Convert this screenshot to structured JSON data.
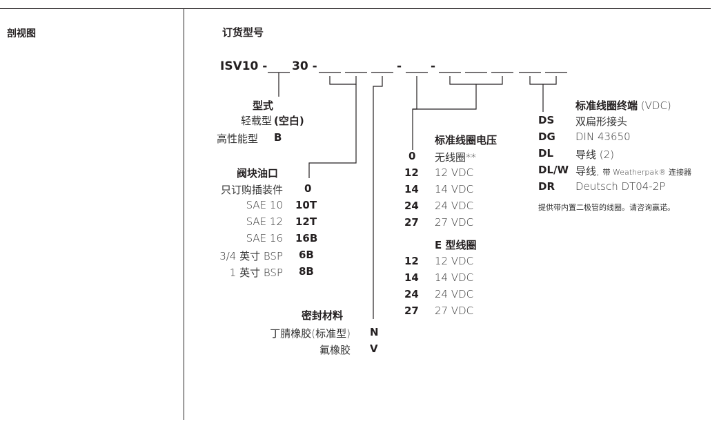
{
  "sidebar": {
    "title": "剖视图"
  },
  "main": {
    "title": "订货型号",
    "model": {
      "prefix": "ISV10 -",
      "mid": "30 -",
      "dash": "-"
    },
    "type": {
      "heading": "型式",
      "options": [
        {
          "label": "轻载型",
          "code": "(空白)"
        },
        {
          "label": "高性能型",
          "code": "B"
        }
      ]
    },
    "port": {
      "heading": "阀块油口",
      "options": [
        {
          "label": "只订购插装件",
          "code": "0"
        },
        {
          "label": "SAE 10",
          "code": "10T"
        },
        {
          "label": "SAE 12",
          "code": "12T"
        },
        {
          "label": "SAE 16",
          "code": "16B"
        },
        {
          "label": "3/4 英寸 BSP",
          "code": "6B"
        },
        {
          "label": "1 英寸 BSP",
          "code": "8B"
        }
      ]
    },
    "seal": {
      "heading": "密封材料",
      "options": [
        {
          "label": "丁腈橡胶(标准型)",
          "code": "N"
        },
        {
          "label": "氟橡胶",
          "code": "V"
        }
      ]
    },
    "voltage": {
      "heading": "标准线圈电压",
      "options": [
        {
          "code": "0",
          "label": "无线圈**"
        },
        {
          "code": "12",
          "label": "12 VDC"
        },
        {
          "code": "14",
          "label": "14 VDC"
        },
        {
          "code": "24",
          "label": "24 VDC"
        },
        {
          "code": "27",
          "label": "27 VDC"
        }
      ],
      "e_heading": "E 型线圈",
      "e_options": [
        {
          "code": "12",
          "label": "12 VDC"
        },
        {
          "code": "14",
          "label": "14 VDC"
        },
        {
          "code": "24",
          "label": "24 VDC"
        },
        {
          "code": "27",
          "label": "27 VDC"
        }
      ]
    },
    "termination": {
      "heading": "标准线圈终端",
      "heading_suffix": " (VDC)",
      "options": [
        {
          "code": "DS",
          "label": "双扁形接头"
        },
        {
          "code": "DG",
          "label": "DIN 43650"
        },
        {
          "code": "DL",
          "label": "导线 (2)"
        },
        {
          "code": "DL/W",
          "label": "导线, ",
          "label_small": "带 Weatherpak® 连接器"
        },
        {
          "code": "DR",
          "label": "Deutsch DT04-2P"
        }
      ],
      "note": "提供带内置二极管的线圈。请咨询赢诺。"
    }
  }
}
